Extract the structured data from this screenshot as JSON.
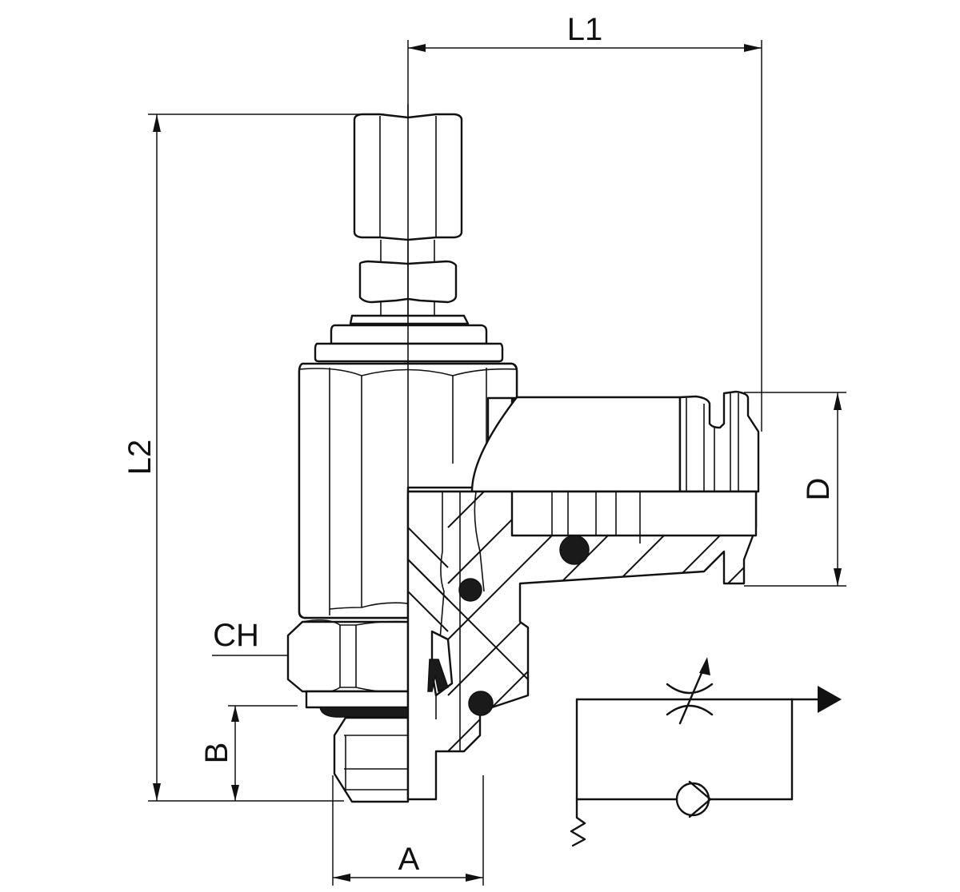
{
  "drawing": {
    "dimensions": {
      "l1": "L1",
      "l2": "L2",
      "d": "D",
      "ch": "CH",
      "b": "B",
      "a": "A"
    },
    "symbol": {
      "type": "flow-control-valve-with-check",
      "elements": [
        "adjustable-throttle",
        "check-valve",
        "flow-arrow",
        "spring"
      ]
    },
    "colors": {
      "line": "#111111",
      "background": "#ffffff",
      "seal_fill": "#1a1a1a"
    }
  }
}
